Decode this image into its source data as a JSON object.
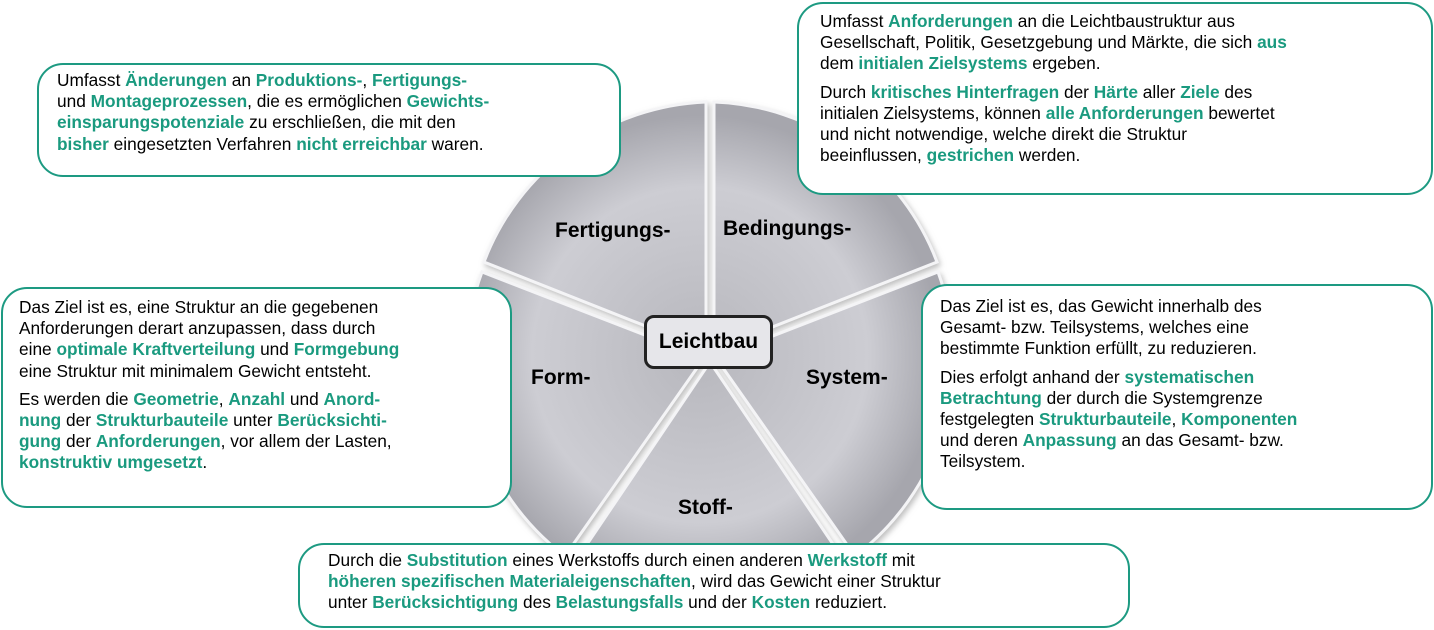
{
  "center": "Leichtbau",
  "segments": [
    {
      "id": "fertigung",
      "label": "Fertigungs-"
    },
    {
      "id": "bedingung",
      "label": "Bedingungs-"
    },
    {
      "id": "system",
      "label": "System-"
    },
    {
      "id": "stoff",
      "label": "Stoff-"
    },
    {
      "id": "form",
      "label": "Form-"
    }
  ],
  "boxes": {
    "fertigung": {
      "paragraphs": [
        [
          {
            "t": "Umfasst "
          },
          {
            "t": "Änderungen",
            "hl": true
          },
          {
            "t": " an "
          },
          {
            "t": "Produktions-",
            "hl": true
          },
          {
            "t": ", "
          },
          {
            "t": "Fertigungs-",
            "hl": true
          },
          {
            "br": true
          },
          {
            "t": "und "
          },
          {
            "t": "Montageprozessen",
            "hl": true
          },
          {
            "t": ", die es ermöglichen "
          },
          {
            "t": "Gewichts-",
            "hl": true
          },
          {
            "br": true
          },
          {
            "t": "einsparungspotenziale",
            "hl": true
          },
          {
            "t": " zu erschließen, die mit den"
          },
          {
            "br": true
          },
          {
            "t": "bisher",
            "hl": true
          },
          {
            "t": " eingesetzten Verfahren "
          },
          {
            "t": "nicht erreichbar",
            "hl": true
          },
          {
            "t": " waren."
          }
        ]
      ]
    },
    "bedingung": {
      "paragraphs": [
        [
          {
            "t": "Umfasst "
          },
          {
            "t": "Anforderungen",
            "hl": true
          },
          {
            "t": " an die Leichtbaustruktur aus"
          },
          {
            "br": true
          },
          {
            "t": "Gesellschaft, Politik, Gesetzgebung und Märkte, die sich "
          },
          {
            "t": "aus",
            "hl": true
          },
          {
            "br": true
          },
          {
            "t": "dem "
          },
          {
            "t": "initialen Zielsystems",
            "hl": true
          },
          {
            "t": " ergeben."
          }
        ],
        [
          {
            "t": "Durch "
          },
          {
            "t": "kritisches Hinterfragen",
            "hl": true
          },
          {
            "t": " der "
          },
          {
            "t": "Härte",
            "hl": true
          },
          {
            "t": " aller "
          },
          {
            "t": "Ziele",
            "hl": true
          },
          {
            "t": " des"
          },
          {
            "br": true
          },
          {
            "t": "initialen Zielsystems, können "
          },
          {
            "t": "alle Anforderungen",
            "hl": true
          },
          {
            "t": " bewertet"
          },
          {
            "br": true
          },
          {
            "t": "und nicht notwendige, welche direkt die Struktur"
          },
          {
            "br": true
          },
          {
            "t": "beeinflussen, "
          },
          {
            "t": "gestrichen",
            "hl": true
          },
          {
            "t": " werden."
          }
        ]
      ]
    },
    "form": {
      "paragraphs": [
        [
          {
            "t": "Das Ziel ist es, eine Struktur an die gegebenen"
          },
          {
            "br": true
          },
          {
            "t": "Anforderungen derart anzupassen, dass durch"
          },
          {
            "br": true
          },
          {
            "t": "eine "
          },
          {
            "t": "optimale Kraftverteilung",
            "hl": true
          },
          {
            "t": " und "
          },
          {
            "t": "Formgebung",
            "hl": true
          },
          {
            "br": true
          },
          {
            "t": "eine Struktur mit minimalem Gewicht entsteht."
          }
        ],
        [
          {
            "t": "Es werden die "
          },
          {
            "t": "Geometrie",
            "hl": true
          },
          {
            "t": ", "
          },
          {
            "t": "Anzahl",
            "hl": true
          },
          {
            "t": " und "
          },
          {
            "t": "Anord-",
            "hl": true
          },
          {
            "br": true
          },
          {
            "t": "nung",
            "hl": true
          },
          {
            "t": " der "
          },
          {
            "t": "Strukturbauteile",
            "hl": true
          },
          {
            "t": " unter "
          },
          {
            "t": "Berücksichti-",
            "hl": true
          },
          {
            "br": true
          },
          {
            "t": "gung",
            "hl": true
          },
          {
            "t": " der "
          },
          {
            "t": "Anforderungen",
            "hl": true
          },
          {
            "t": ", vor allem der Lasten,"
          },
          {
            "br": true
          },
          {
            "t": "konstruktiv umgesetzt",
            "hl": true
          },
          {
            "t": "."
          }
        ]
      ]
    },
    "system": {
      "paragraphs": [
        [
          {
            "t": "Das Ziel ist es, das Gewicht innerhalb des"
          },
          {
            "br": true
          },
          {
            "t": "Gesamt- bzw. Teilsystems, welches eine"
          },
          {
            "br": true
          },
          {
            "t": "bestimmte Funktion erfüllt, zu reduzieren."
          }
        ],
        [
          {
            "t": "Dies erfolgt anhand der "
          },
          {
            "t": "systematischen",
            "hl": true
          },
          {
            "br": true
          },
          {
            "t": "Betrachtung",
            "hl": true
          },
          {
            "t": " der durch die Systemgrenze"
          },
          {
            "br": true
          },
          {
            "t": "festgelegten "
          },
          {
            "t": "Strukturbauteile",
            "hl": true
          },
          {
            "t": ", "
          },
          {
            "t": "Komponenten",
            "hl": true
          },
          {
            "br": true
          },
          {
            "t": "und deren "
          },
          {
            "t": "Anpassung",
            "hl": true
          },
          {
            "t": " an das Gesamt- bzw."
          },
          {
            "br": true
          },
          {
            "t": "Teilsystem."
          }
        ]
      ]
    },
    "stoff": {
      "paragraphs": [
        [
          {
            "t": "Durch die "
          },
          {
            "t": "Substitution",
            "hl": true
          },
          {
            "t": " eines Werkstoffs durch einen anderen "
          },
          {
            "t": "Werkstoff",
            "hl": true
          },
          {
            "t": " mit"
          },
          {
            "br": true
          },
          {
            "t": "höheren spezifischen Materialeigenschaften",
            "hl": true
          },
          {
            "t": ", wird das Gewicht einer Struktur"
          },
          {
            "br": true
          },
          {
            "t": "unter "
          },
          {
            "t": "Berücksichtigung",
            "hl": true
          },
          {
            "t": " des "
          },
          {
            "t": "Belastungsfalls",
            "hl": true
          },
          {
            "t": " und der "
          },
          {
            "t": "Kosten",
            "hl": true
          },
          {
            "t": " reduziert."
          }
        ]
      ]
    }
  },
  "colors": {
    "accent": "#1a9a7f",
    "box_border": "#1d9a82",
    "segment_fill": "#cbcbd1"
  }
}
